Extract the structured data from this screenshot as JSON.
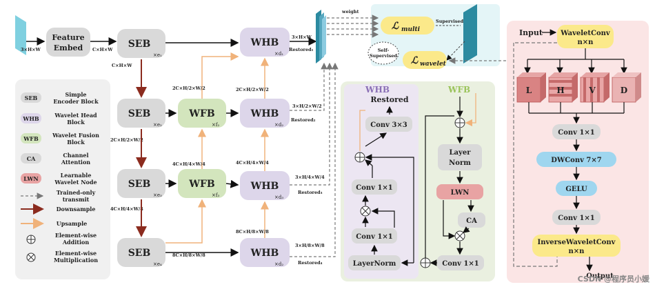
{
  "main": {
    "input_dim": "3×H×W",
    "feature_embed": [
      "Feature",
      "Embed"
    ],
    "after_embed_dim": "C×H×W",
    "seb_label": "SEB",
    "seb_subs": [
      "×e₁",
      "×e₂",
      "×e₃",
      "×e₄"
    ],
    "seb1_out_dim": "C×H×W",
    "wfb_label": "WFB",
    "wfb_subs": [
      "×f₂",
      "×f₃"
    ],
    "whb_label": "WHB",
    "whb_subs": [
      "×d₁",
      "×d₂",
      "×d₃",
      "×d₂"
    ],
    "dims_left": [
      "2C×H/2×W/2",
      "4C×H/4×W/4"
    ],
    "dims_wfb": [
      "2C×H/2×W/2",
      "4C×H/4×W/4",
      "8C×H/8×W/8"
    ],
    "dims_whb_in": [
      "2C×H/2×W/2",
      "4C×H/4×W/4",
      "8C×H/8×W/8"
    ],
    "restored_dims": [
      "3×H×W",
      "3×H/2×W/2",
      "3×H/4×W/4",
      "3×H/8×W/8"
    ],
    "restored_labels": [
      "Restored₁",
      "Restored₂",
      "Restored₃",
      "Restored₄"
    ]
  },
  "loss": {
    "weight": "weight",
    "multi": "multi",
    "supervised": "Supervised",
    "self_supervised": [
      "Self-",
      "Supervised"
    ],
    "wavelet": "wavelet",
    "l_symbol": "ℒ"
  },
  "legend": [
    {
      "key": "SEB",
      "text": [
        "Simple",
        "Encoder Block"
      ],
      "color": "#dcdcdc"
    },
    {
      "key": "WHB",
      "text": [
        "Wavelet Head",
        "Block"
      ],
      "color": "#ddd6ea"
    },
    {
      "key": "WFB",
      "text": [
        "Wavelet Fusion",
        "Block"
      ],
      "color": "#d6e6c0"
    },
    {
      "key": "CA",
      "text": [
        "Channel",
        "Attention"
      ],
      "color": "#dcdcdc"
    },
    {
      "key": "LWN",
      "text": [
        "Learnable",
        "Wavelet Node"
      ],
      "color": "#e8a3a3"
    },
    {
      "key": "",
      "text": [
        "Trained-only",
        "transmit"
      ],
      "color": ""
    },
    {
      "key": "",
      "text": [
        "Downsample"
      ],
      "color": ""
    },
    {
      "key": "",
      "text": [
        "Upsample"
      ],
      "color": ""
    },
    {
      "key": "",
      "text": [
        "Element-wise",
        "Addition"
      ],
      "color": ""
    },
    {
      "key": "",
      "text": [
        "Element-wise",
        "Multiplication"
      ],
      "color": ""
    }
  ],
  "whb_detail": {
    "title": "WHB",
    "restored": "Restored",
    "conv3": "Conv 3×3",
    "conv1_a": "Conv 1×1",
    "conv1_b": "Conv 1×1",
    "layernorm": "LayerNorm"
  },
  "wfb_detail": {
    "title": "WFB",
    "layer_norm": [
      "Layer",
      "Norm"
    ],
    "lwn": "LWN",
    "ca": "CA",
    "conv1": "Conv 1×1"
  },
  "lwn_detail": {
    "input": "Input",
    "wavelet_conv": [
      "WaveletConv",
      "n×n"
    ],
    "bands": [
      "L",
      "H",
      "V",
      "D"
    ],
    "conv1_a": "Conv 1×1",
    "dwconv": "DWConv 7×7",
    "gelu": "GELU",
    "conv1_b": "Conv 1×1",
    "inverse": [
      "InverseWaveletConv",
      "n×n"
    ],
    "output": "Output"
  },
  "watermark": "CSDN @程序员小媛",
  "colors": {
    "seb": "#d9d9d9",
    "whb": "#ddd6ea",
    "wfb": "#d3e5bd",
    "downsample": "#8b2b1e",
    "upsample": "#f0b27a",
    "yellow": "#fbe98a",
    "blue": "#9fd6ef",
    "lwn_bg": "#fbe7e7",
    "teal": "#2c8aa0"
  }
}
